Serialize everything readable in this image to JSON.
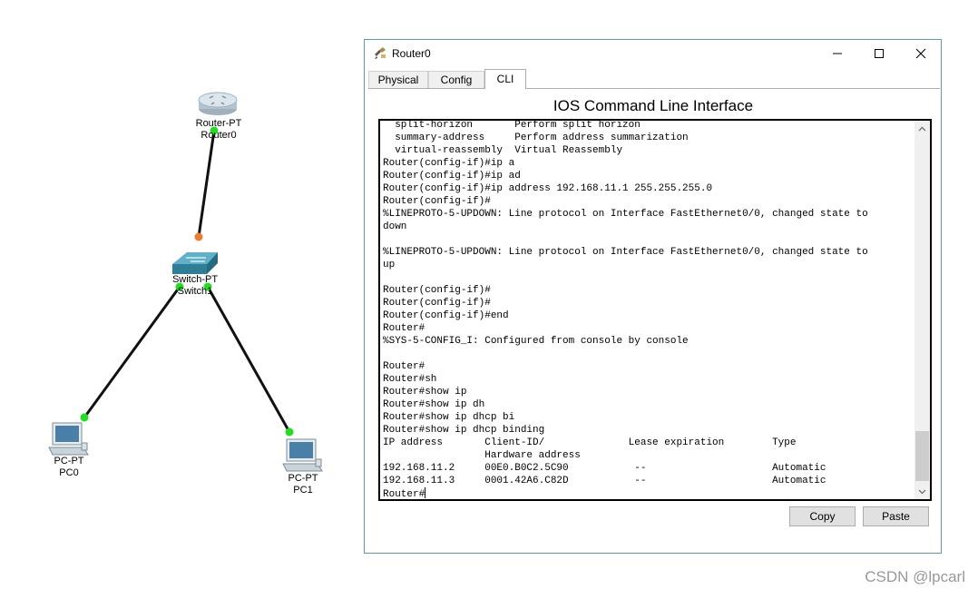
{
  "topology": {
    "devices": [
      {
        "id": "router0",
        "model": "Router-PT",
        "name": "Router0"
      },
      {
        "id": "switch1",
        "model": "Switch-PT",
        "name": "Switch1"
      },
      {
        "id": "pc0",
        "model": "PC-PT",
        "name": "PC0"
      },
      {
        "id": "pc1",
        "model": "PC-PT",
        "name": "PC1"
      }
    ],
    "link_colors": {
      "up": "#22dd22",
      "pending": "#f07a30",
      "cable": "#111111"
    }
  },
  "window": {
    "title": "Router0",
    "tabs": [
      {
        "label": "Physical",
        "active": false
      },
      {
        "label": "Config",
        "active": false
      },
      {
        "label": "CLI",
        "active": true
      }
    ],
    "cli_heading": "IOS Command Line Interface",
    "terminal_lines": [
      "  split-horizon       Perform split horizon",
      "  summary-address     Perform address summarization",
      "  virtual-reassembly  Virtual Reassembly",
      "Router(config-if)#ip a",
      "Router(config-if)#ip ad",
      "Router(config-if)#ip address 192.168.11.1 255.255.255.0",
      "Router(config-if)#",
      "%LINEPROTO-5-UPDOWN: Line protocol on Interface FastEthernet0/0, changed state to",
      "down",
      "",
      "%LINEPROTO-5-UPDOWN: Line protocol on Interface FastEthernet0/0, changed state to",
      "up",
      "",
      "Router(config-if)#",
      "Router(config-if)#",
      "Router(config-if)#end",
      "Router#",
      "%SYS-5-CONFIG_I: Configured from console by console",
      "",
      "Router#",
      "Router#sh",
      "Router#show ip",
      "Router#show ip dh",
      "Router#show ip dhcp bi",
      "Router#show ip dhcp binding",
      "IP address       Client-ID/              Lease expiration        Type",
      "                 Hardware address",
      "192.168.11.2     00E0.B0C2.5C90           --                     Automatic",
      "192.168.11.3     0001.42A6.C82D           --                     Automatic"
    ],
    "prompt": "Router#",
    "buttons": {
      "copy": "Copy",
      "paste": "Paste"
    }
  },
  "watermark": "CSDN @lpcarl"
}
